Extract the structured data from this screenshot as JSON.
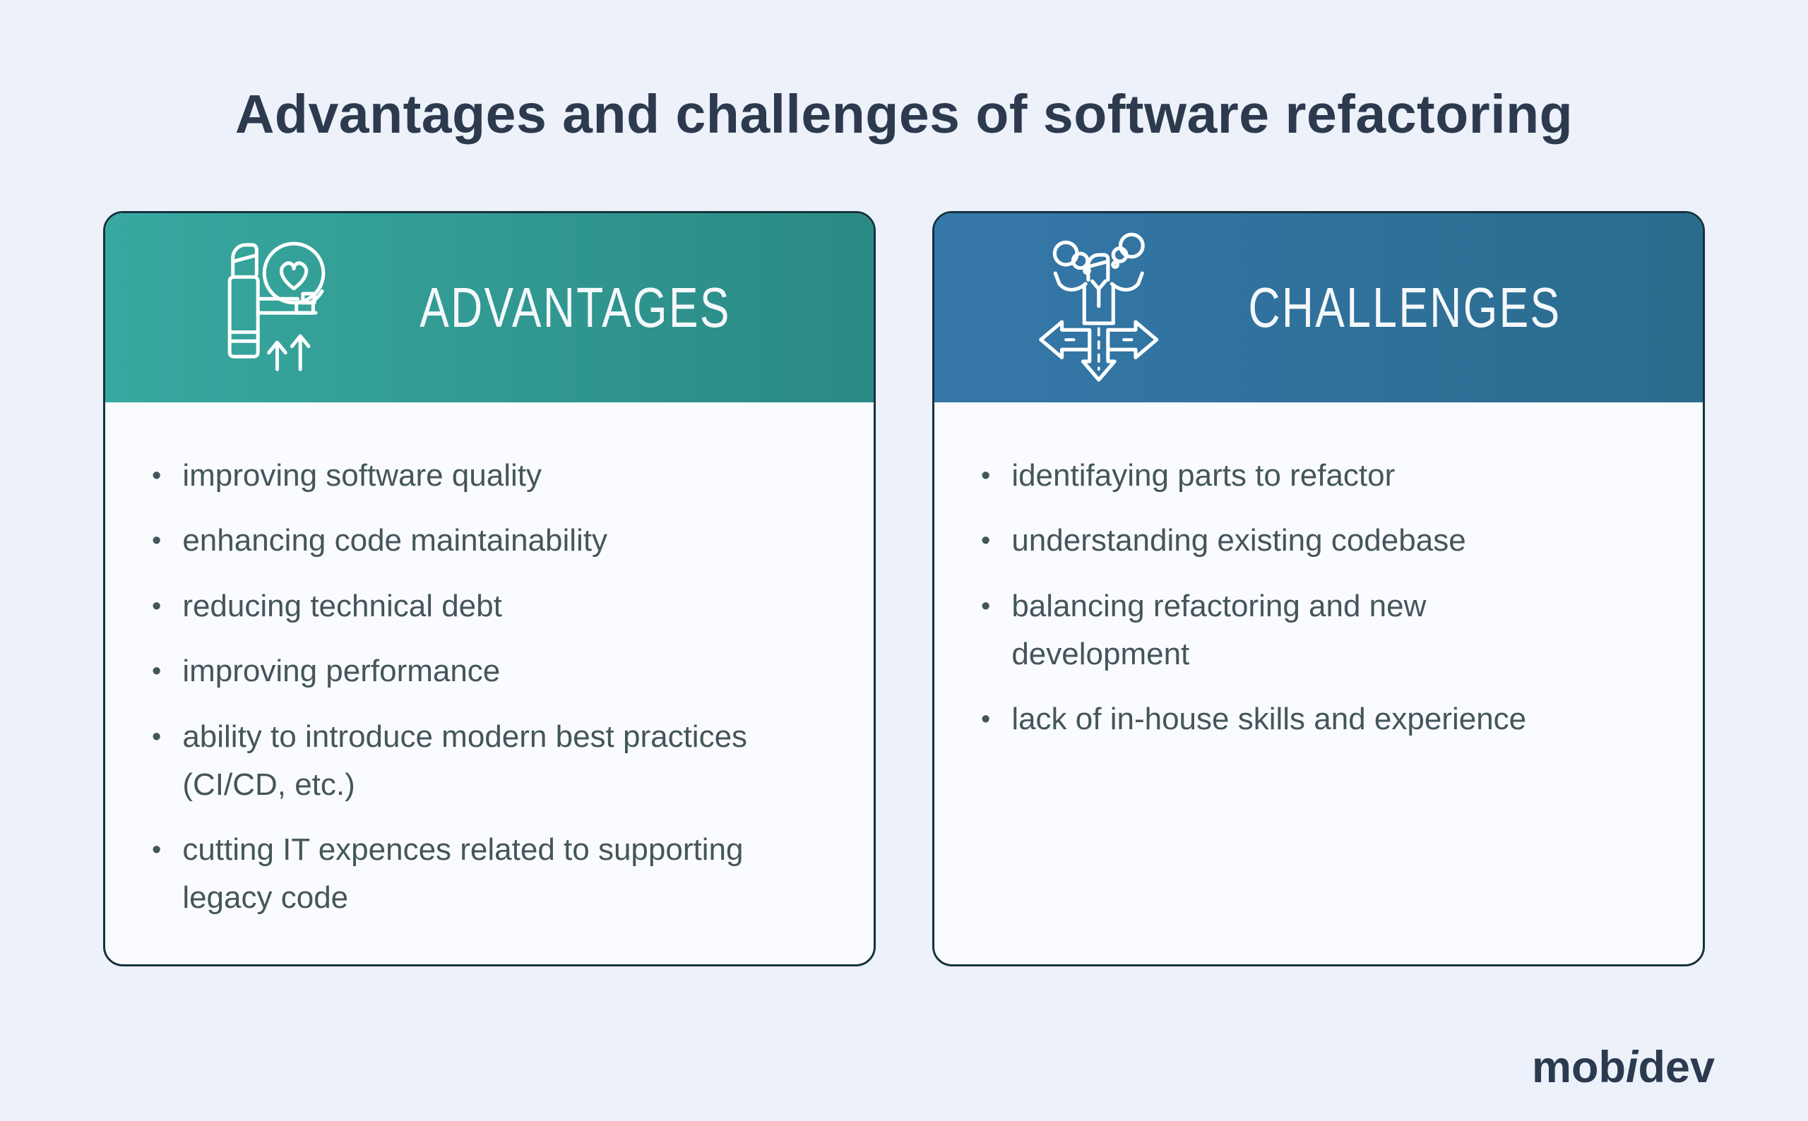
{
  "title": "Advantages and challenges of software refactoring",
  "bullet_char": "•",
  "cards": [
    {
      "label": "ADVANTAGES",
      "icon": "person-with-heart-magnifier-and-up-arrows-icon",
      "colors": {
        "gradient_start": "#38A9A0",
        "gradient_end": "#2A8A84"
      },
      "items": [
        "improving software quality",
        "enhancing code maintainability",
        "reducing technical debt",
        "improving performance",
        "ability to introduce modern best practices (CI/CD, etc.)",
        "cutting IT expences related to supporting legacy code"
      ]
    },
    {
      "label": "CHALLENGES",
      "icon": "person-at-crossroads-arrows-icon",
      "colors": {
        "gradient_start": "#3577A9",
        "gradient_end": "#2A6C8D"
      },
      "items": [
        "identifaying parts to refactor",
        "understanding existing codebase",
        "balancing refactoring and new development",
        "lack of in-house skills and experience"
      ]
    }
  ],
  "logo": {
    "mob": "mob",
    "i": "i",
    "dev": "dev"
  },
  "colors": {
    "background": "#ECF1FA",
    "card_body": "#FAFBFE",
    "card_border": "#15323F",
    "title_text": "#2D3A4E",
    "list_text": "#44565C",
    "header_text": "#F5F8FB",
    "logo_text": "#2C3A50"
  }
}
